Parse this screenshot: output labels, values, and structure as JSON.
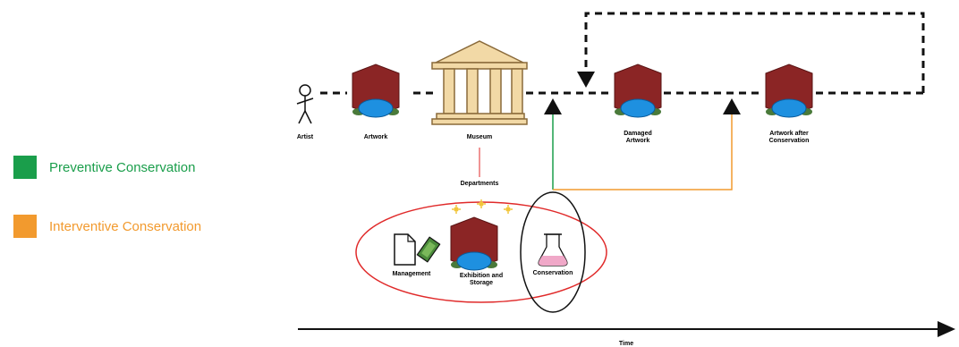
{
  "legend": {
    "preventive": {
      "label": "Preventive Conservation",
      "color": "#1a9e4b"
    },
    "interventive": {
      "label": "Interventive Conservation",
      "color": "#f29a2e"
    }
  },
  "nodes": {
    "artist": "Artist",
    "artwork": "Artwork",
    "museum": "Museum",
    "damaged_line1": "Damaged",
    "damaged_line2": "Artwork",
    "after_line1": "Artwork after",
    "after_line2": "Conservation"
  },
  "departments": {
    "title": "Departments",
    "management": "Management",
    "exhibition_line1": "Exhibition and",
    "exhibition_line2": "Storage",
    "conservation": "Conservation"
  },
  "time_axis": {
    "label": "Time"
  },
  "colors": {
    "artwork_body": "#8b2525",
    "artwork_base": "#1e90e0",
    "artwork_feet": "#4a7a3a",
    "museum_fill": "#f2d9a6",
    "museum_stroke": "#8a6a3a",
    "departments_ellipse": "#e02a2a",
    "flask_liquid": "#f0a8c8"
  }
}
